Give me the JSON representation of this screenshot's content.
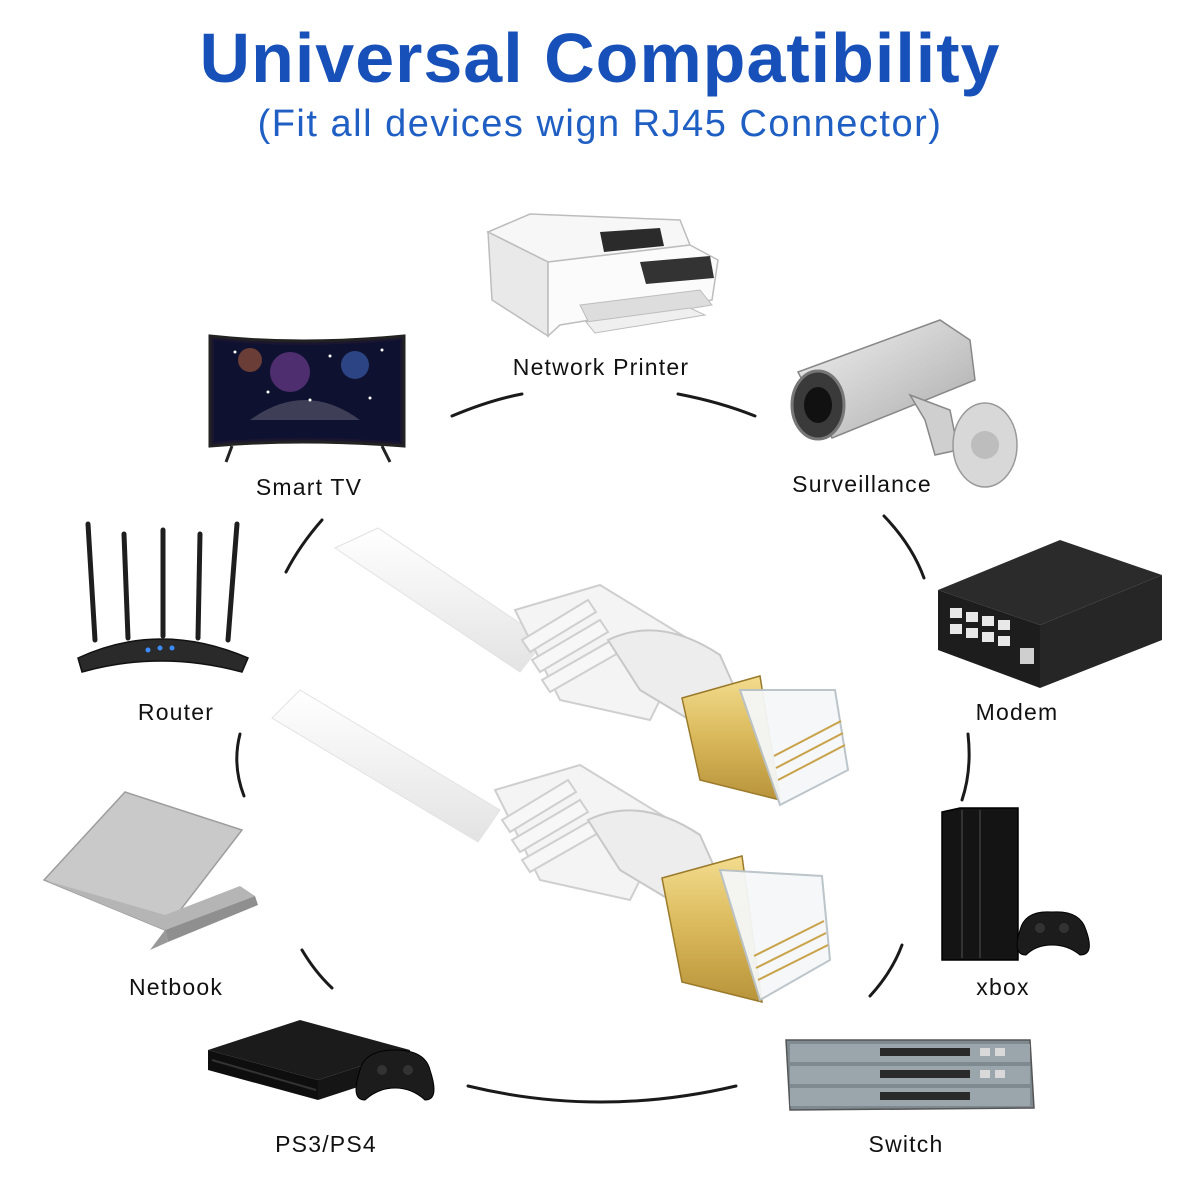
{
  "header": {
    "title": "Universal Compatibility",
    "subtitle": "(Fit all devices wign RJ45 Connector)"
  },
  "colors": {
    "title": "#1750b8",
    "subtitle": "#1f5fc4",
    "arc": "#1a1a1a",
    "cable": "#f6f6f6",
    "plug_gold": "#d9b85a"
  },
  "devices": [
    {
      "id": "network-printer",
      "label": "Network Printer",
      "icon": "printer-icon"
    },
    {
      "id": "smart-tv",
      "label": "Smart TV",
      "icon": "tv-icon"
    },
    {
      "id": "surveillance",
      "label": "Surveillance",
      "icon": "camera-icon"
    },
    {
      "id": "router",
      "label": "Router",
      "icon": "router-icon"
    },
    {
      "id": "modem",
      "label": "Modem",
      "icon": "modem-icon"
    },
    {
      "id": "netbook",
      "label": "Netbook",
      "icon": "laptop-icon"
    },
    {
      "id": "xbox",
      "label": "xbox",
      "icon": "console-icon"
    },
    {
      "id": "ps3-ps4",
      "label": "PS3/PS4",
      "icon": "console-icon"
    },
    {
      "id": "switch",
      "label": "Switch",
      "icon": "switch-icon"
    }
  ]
}
